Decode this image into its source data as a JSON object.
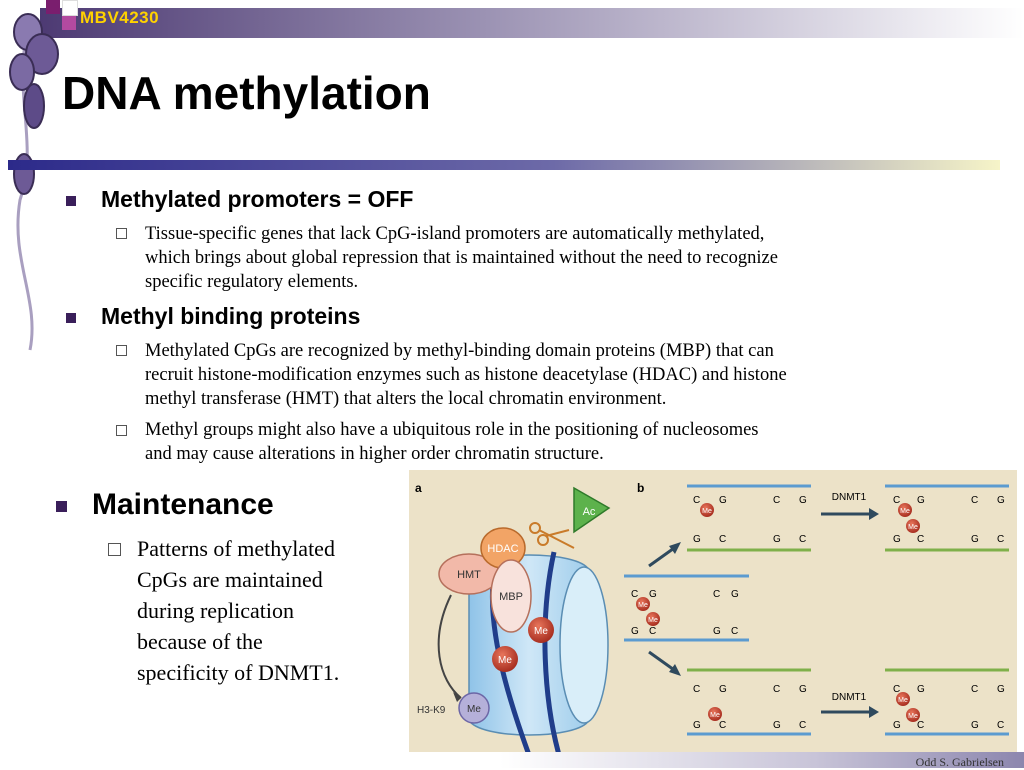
{
  "header": {
    "course": "MBV4230"
  },
  "slide": {
    "title": "DNA methylation"
  },
  "bullets": [
    {
      "heading": "Methylated promoters = OFF",
      "subs": [
        "Tissue-specific genes that lack CpG-island promoters are automatically methylated,",
        "which brings about global repression that is maintained without the need to recognize",
        "specific regulatory elements."
      ]
    },
    {
      "heading": "Methyl binding proteins",
      "subs": [
        "Methylated CpGs are recognized by methyl-binding domain proteins (MBP) that can",
        "recruit histone-modification enzymes such as histone deacetylase (HDAC) and histone",
        "methyl transferase (HMT) that alters the local chromatin environment.",
        "Methyl groups might also have a ubiquitous role in the positioning of nucleosomes",
        "and may cause alterations in higher order chromatin structure."
      ]
    }
  ],
  "maintenance": {
    "heading": "Maintenance",
    "lines": [
      "Patterns of methylated",
      "CpGs are maintained",
      "during replication",
      "because of the",
      "specificity of DNMT1."
    ]
  },
  "figure": {
    "panel_a": "a",
    "panel_b": "b",
    "hdac": "HDAC",
    "hmt": "HMT",
    "mbp": "MBP",
    "ac": "Ac",
    "me": "Me",
    "h3k9": "H3-K9",
    "dnmt1": "DNMT1",
    "c": "C",
    "g": "G"
  },
  "footer": {
    "author": "Odd S. Gabrielsen"
  },
  "colors": {
    "accent": "#3a1f5a",
    "course": "#ffd200",
    "figure_bg": "#ece2c8"
  }
}
